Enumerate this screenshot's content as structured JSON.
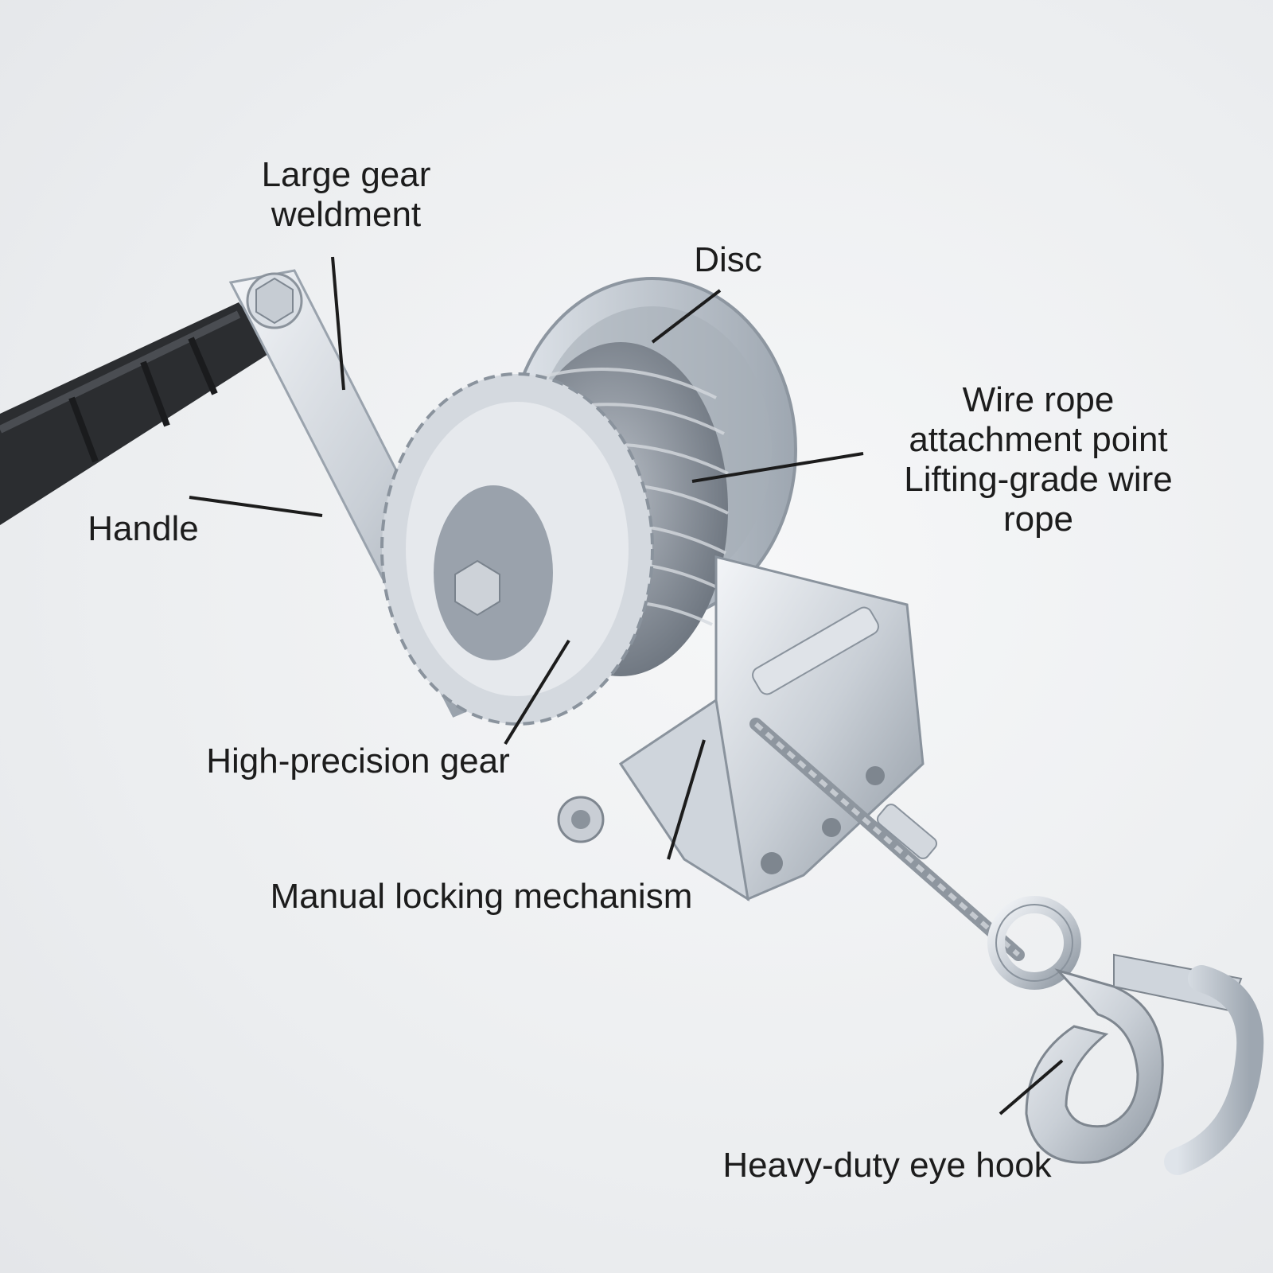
{
  "labels": {
    "gear_weldment_1": "Large gear",
    "gear_weldment_2": "weldment",
    "disc": "Disc",
    "wire_1": "Wire rope",
    "wire_2": "attachment point",
    "wire_3": "Lifting-grade wire",
    "wire_4": "rope",
    "handle": "Handle",
    "gear": "High-precision gear",
    "lock": "Manual locking mechanism",
    "hook": "Heavy-duty eye hook"
  }
}
